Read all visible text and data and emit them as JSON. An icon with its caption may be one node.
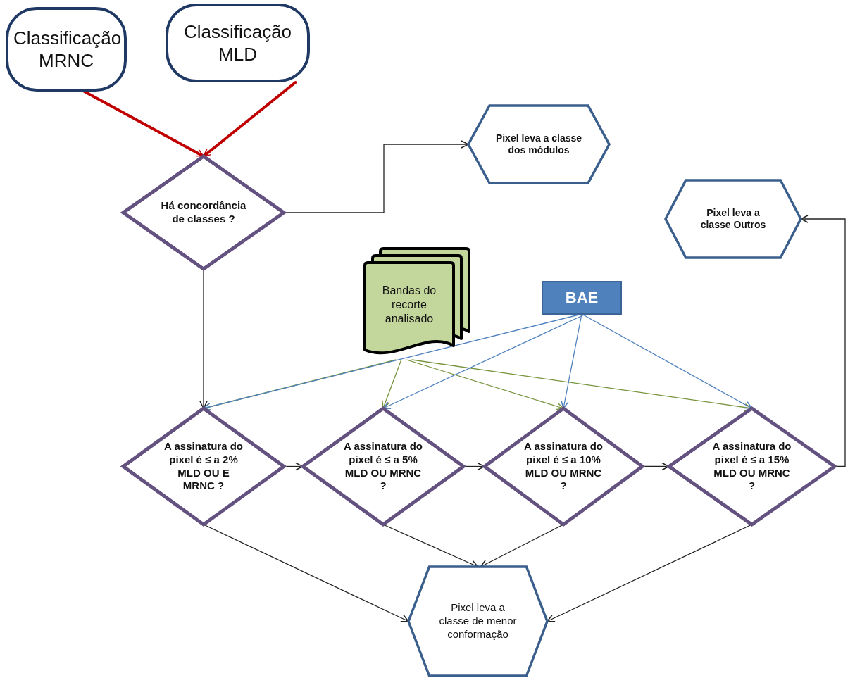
{
  "diagram": {
    "nodes": [
      {
        "text": [
          "Classificação MRNC"
        ]
      },
      {
        "text": [
          "Classificação MLD"
        ]
      },
      {
        "text": [
          "Pixel leva a classe dos módulos"
        ]
      },
      {
        "text": [
          "Há concordância de classes ?"
        ]
      },
      {
        "text": [
          "Pixel leva a classe Outros"
        ]
      },
      {
        "text": [
          "Bandas do recorte analisado"
        ]
      },
      {
        "text": [
          "BAE"
        ]
      },
      {
        "text": [
          "A assinatura do pixel é ≤ a 2% MLD OU E MRNC ?"
        ]
      },
      {
        "text": [
          "A assinatura do pixel é ≤ a 5% MLD OU MRNC ?"
        ]
      },
      {
        "text": [
          "A assinatura do pixel é ≤ a 10% MLD OU MRNC ?"
        ]
      },
      {
        "text": [
          "A assinatura do pixel é ≤ a 15% MLD OU MRNC ?"
        ]
      },
      {
        "text": [
          "Pixel leva a classe de menor conformação"
        ]
      }
    ],
    "edges": [
      {
        "from": 0,
        "to": 3,
        "arrow": "to",
        "style": "thick",
        "color": "#c00000"
      },
      {
        "from": 1,
        "to": 3,
        "arrow": "to",
        "style": "thick",
        "color": "#c00000"
      },
      {
        "from": 3,
        "to": 2,
        "arrow": "to"
      },
      {
        "from": 3,
        "to": 7,
        "arrow": "to"
      },
      {
        "from": 5,
        "to": 7,
        "arrow": "to",
        "color": "#77933c"
      },
      {
        "from": 5,
        "to": 8,
        "arrow": "to",
        "color": "#77933c"
      },
      {
        "from": 5,
        "to": 9,
        "arrow": "to",
        "color": "#77933c"
      },
      {
        "from": 5,
        "to": 10,
        "arrow": "to",
        "color": "#77933c"
      },
      {
        "from": 6,
        "to": 7,
        "arrow": "to",
        "color": "#4f81bd"
      },
      {
        "from": 6,
        "to": 8,
        "arrow": "to",
        "color": "#4f81bd"
      },
      {
        "from": 6,
        "to": 9,
        "arrow": "to",
        "color": "#4f81bd"
      },
      {
        "from": 6,
        "to": 10,
        "arrow": "to",
        "color": "#4f81bd"
      },
      {
        "from": 7,
        "to": 8,
        "arrow": "to"
      },
      {
        "from": 8,
        "to": 9,
        "arrow": "to"
      },
      {
        "from": 9,
        "to": 10,
        "arrow": "to"
      },
      {
        "from": 10,
        "to": 4,
        "arrow": "to"
      },
      {
        "from": 7,
        "to": 11,
        "arrow": "to"
      },
      {
        "from": 8,
        "to": 11,
        "arrow": "to"
      },
      {
        "from": 9,
        "to": 11,
        "arrow": "to"
      },
      {
        "from": 10,
        "to": 11,
        "arrow": "to"
      }
    ]
  }
}
